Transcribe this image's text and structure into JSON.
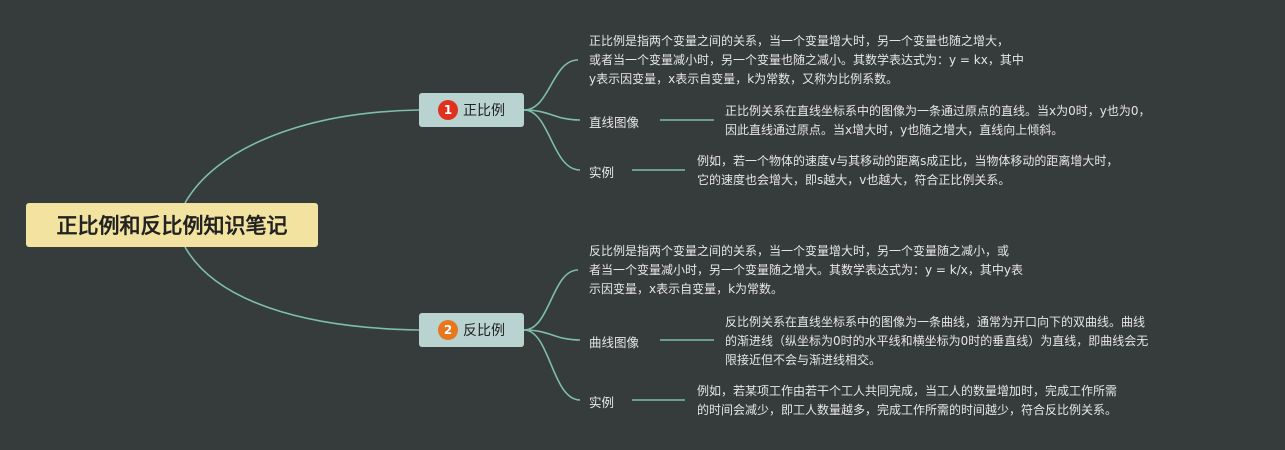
{
  "colors": {
    "background": "#363b3b",
    "line": "#7dbfa8",
    "root_fill": "#f2e3a0",
    "branch_fill": "#b9d4d0",
    "badge1": "#e0311e",
    "badge2": "#e8761c"
  },
  "root": {
    "title": "正比例和反比例知识笔记"
  },
  "branches": [
    {
      "badge": "1",
      "label": "正比例",
      "definition": [
        "正比例是指两个变量之间的关系，当一个变量增大时，另一个变量也随之增大，",
        "或者当一个变量减小时，另一个变量也随之减小。其数学表达式为：y = kx，其中",
        "y表示因变量，x表示自变量，k为常数，又称为比例系数。"
      ],
      "children": [
        {
          "label": "直线图像",
          "text": [
            "正比例关系在直线坐标系中的图像为一条通过原点的直线。当x为0时，y也为0，",
            "因此直线通过原点。当x增大时，y也随之增大，直线向上倾斜。"
          ]
        },
        {
          "label": "实例",
          "text": [
            "例如，若一个物体的速度v与其移动的距离s成正比，当物体移动的距离增大时，",
            "它的速度也会增大，即s越大，v也越大，符合正比例关系。"
          ]
        }
      ]
    },
    {
      "badge": "2",
      "label": "反比例",
      "definition": [
        "反比例是指两个变量之间的关系，当一个变量增大时，另一个变量随之减小，或",
        "者当一个变量减小时，另一个变量随之增大。其数学表达式为：y = k/x，其中y表",
        "示因变量，x表示自变量，k为常数。"
      ],
      "children": [
        {
          "label": "曲线图像",
          "text": [
            "反比例关系在直线坐标系中的图像为一条曲线，通常为开口向下的双曲线。曲线",
            "的渐进线（纵坐标为0时的水平线和横坐标为0时的垂直线）为直线，即曲线会无",
            "限接近但不会与渐进线相交。"
          ]
        },
        {
          "label": "实例",
          "text": [
            "例如，若某项工作由若干个工人共同完成，当工人的数量增加时，完成工作所需",
            "的时间会减少，即工人数量越多，完成工作所需的时间越少，符合反比例关系。"
          ]
        }
      ]
    }
  ]
}
